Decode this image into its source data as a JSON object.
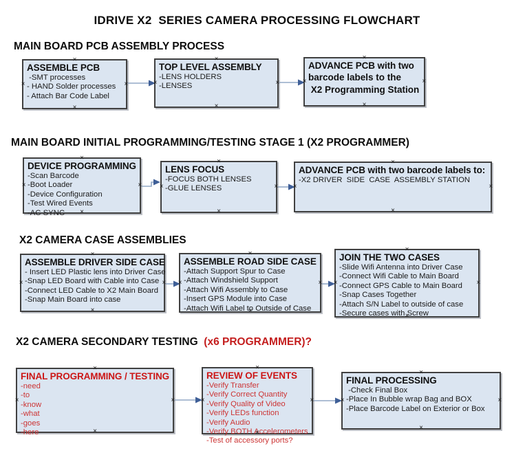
{
  "title": "IDRIVE X2  SERIES CAMERA PROCESSING FLOWCHART",
  "colors": {
    "box_fill": "#dbe5f1",
    "box_border": "#404040",
    "heading_red": "#c41e1e",
    "box_red_title": "#cc1616",
    "box_red_items": "#cc3434",
    "connector_line": "#92a8c6",
    "connector_arrowhead": "#3f5f97"
  },
  "icons": {
    "connection_handle": "×"
  },
  "sections": [
    {
      "heading": "MAIN BOARD PCB ASSEMBLY PROCESS",
      "boxes": [
        {
          "title": "ASSEMBLE PCB",
          "items": [
            " -SMT processes",
            "- HAND Solder processes",
            "- Attach Bar Code Label"
          ]
        },
        {
          "title": "TOP LEVEL ASSEMBLY",
          "items": [
            "-LENS HOLDERS",
            "-LENSES"
          ]
        },
        {
          "title": "ADVANCE PCB with two",
          "items": [
            "barcode labels to the",
            " X2 Programming Station"
          ]
        }
      ]
    },
    {
      "heading": "MAIN BOARD INITIAL PROGRAMMING/TESTING STAGE 1 (X2 PROGRAMMER)",
      "boxes": [
        {
          "title": "DEVICE PROGRAMMING",
          "items": [
            "-Scan Barcode",
            "-Boot Loader",
            "-Device Configuration",
            "-Test Wired Events",
            "-AC SYNC"
          ]
        },
        {
          "title": "LENS FOCUS",
          "items": [
            "-FOCUS BOTH LENSES",
            "-GLUE LENSES"
          ]
        },
        {
          "title": "ADVANCE PCB with two barcode labels to:",
          "items": [
            "-X2 DRIVER  SIDE  CASE  ASSEMBLY STATION"
          ]
        }
      ]
    },
    {
      "heading": "X2 CAMERA CASE ASSEMBLIES",
      "boxes": [
        {
          "title": "ASSEMBLE DRIVER SIDE CASE",
          "items": [
            "- Insert LED Plastic lens into Driver Case",
            "-Snap LED Board with Cable into Case",
            "-Connect LED Cable to X2 Main Board",
            "-Snap Main Board into case"
          ]
        },
        {
          "title": "ASSEMBLE ROAD SIDE CASE",
          "items": [
            "-Attach Support Spur to Case",
            "-Attach Windshield Support",
            "-Attach Wifi Assembly to Case",
            "-Insert GPS Module into Case",
            "-Attach Wifi Label to Outside of Case"
          ]
        },
        {
          "title": "JOIN THE TWO CASES",
          "items": [
            "-Slide Wifi Antenna into Driver Case",
            "-Connect Wifi Cable to Main Board",
            "-Connect GPS Cable to Main Board",
            "-Snap Cases Together",
            "-Attach S/N Label to outside of case",
            "-Secure cases with Screw"
          ]
        }
      ]
    },
    {
      "heading_black": "X2 CAMERA SECONDARY TESTING",
      "heading_red": "  (x6 PROGRAMMER)?",
      "boxes": [
        {
          "title": "FINAL PROGRAMMING / TESTING",
          "items": [
            "-need",
            "-to",
            "-know",
            "-what",
            "-goes",
            "-here"
          ]
        },
        {
          "title": "REVIEW OF EVENTS",
          "items": [
            "-Verify Transfer",
            "-Verify Correct Quantity",
            "-Verify Quality of Video",
            "-Verify LEDs function",
            "-Verify Audio",
            "-Verify BOTH Accelerometers",
            "-Test of accessory ports?"
          ]
        },
        {
          "title": "FINAL PROCESSING",
          "items": [
            " -Check Final Box",
            "-Place In Bubble wrap Bag and BOX",
            "-Place Barcode Label on Exterior or Box"
          ]
        }
      ]
    }
  ]
}
